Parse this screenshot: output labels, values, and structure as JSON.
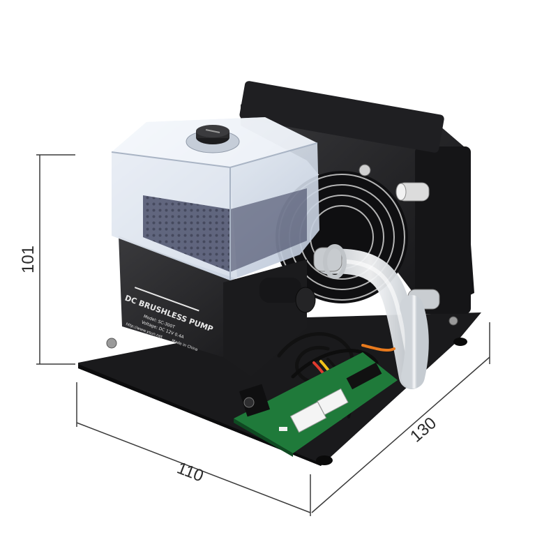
{
  "dimensions": {
    "height": "101",
    "width": "110",
    "depth": "130"
  },
  "pump_label": {
    "brand_line": "DC BRUSHLESS PUMP",
    "model": "Model: SC-300T",
    "voltage": "Voltage: DC 12V 0.4A",
    "website": "http://www.ysun.net",
    "origin": "Made in China"
  },
  "colors": {
    "dimension_lines": "#3a3a3a",
    "plastic_black": "#1c1c1e",
    "acrylic_tank": "#cfd8e6",
    "pcb_green": "#1f7a3a",
    "tube": "#e9ecef"
  }
}
